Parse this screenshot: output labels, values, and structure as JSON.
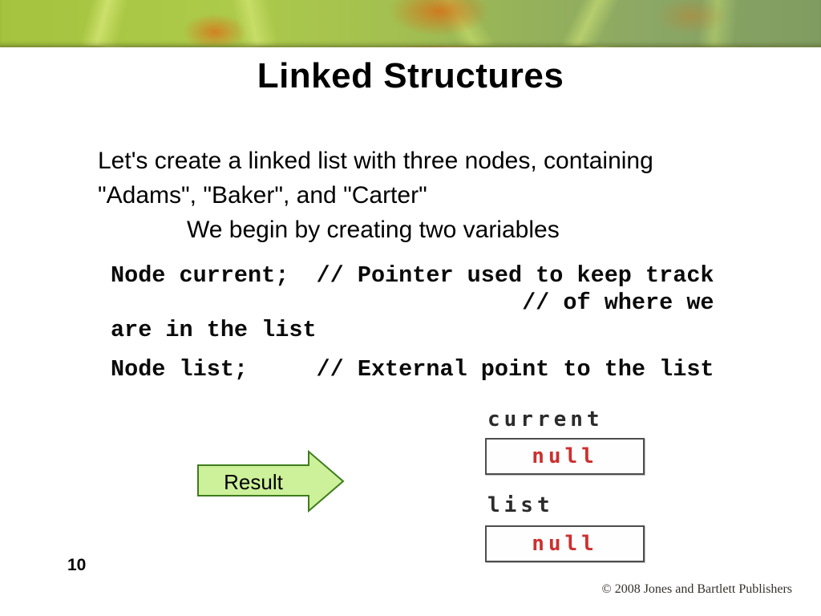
{
  "slide": {
    "title": "Linked Structures",
    "page_number": "10",
    "copyright": "© 2008 Jones and Bartlett Publishers"
  },
  "paragraph": {
    "line1": "Let's create a linked list with three nodes, containing",
    "line2": "\"Adams\", \"Baker\", and \"Carter\"",
    "line3": "We begin by creating two variables"
  },
  "code": {
    "block1": "Node current;  // Pointer used to keep track\n                              // of where we\nare in the list",
    "block2": "Node list;     // External point to the list"
  },
  "diagram": {
    "arrow_label": "Result",
    "variables": [
      {
        "name": "current",
        "value": "null"
      },
      {
        "name": "list",
        "value": "null"
      }
    ]
  },
  "colors": {
    "arrow_fill": "#cdf09a",
    "arrow_stroke": "#3e7d1c",
    "null_value_red": "#cc3030",
    "box_border": "#4d4d4d",
    "header_green_left": "#a5c33e",
    "header_green_right": "#809c60",
    "header_orange": "#d57a1e"
  }
}
